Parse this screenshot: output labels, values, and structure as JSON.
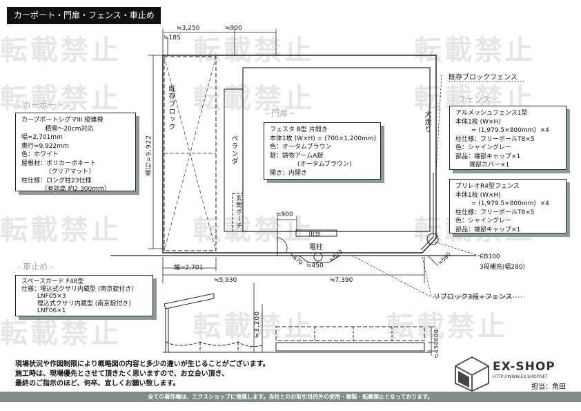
{
  "watermark": "転載禁止",
  "title": "カーポート・門扉・フェンス・車止め",
  "sections": {
    "carport": "- カーポート -",
    "gate": "- 門扉 -",
    "fence": "- フェンス -",
    "stopper": "- 車止め -"
  },
  "carport_box": [
    "カーブポートシグマIII 縦連棟",
    "            積雪～20cm対応",
    "幅=2,701mm",
    "奥行=9,922mm",
    "色：ホワイト",
    "屋根材：ポリカーボネート",
    "            （クリアマット）",
    "柱仕様：ロング柱23仕様",
    "          （有効高 約2,300mm）"
  ],
  "gate_box": [
    "フェスタ B型 片開き",
    "本体1枚 (W×H) = (700×1,200mm)",
    "色：オータムブラウン",
    "錠：鋳物アームA錠",
    "              (オータムブラウン)",
    "開き：内開き"
  ],
  "fence_box1": [
    "アルメッシュフェンス1型",
    "本体1枚 (W×H)",
    "        = (1,979.5×800mm)  ×4",
    "柱仕様：フリーポールT8×5",
    "色：シャイングレー",
    "部品：端部キャップ×1",
    "       端部カバー×1"
  ],
  "fence_box2": [
    "プリレオR4型フェンス",
    "本体1枚 (W×H)",
    "        = (1,979.5×800mm)  ×4",
    "柱仕様：フリーポールT8×5",
    "色：シャイングレー",
    "部品：端部キャップ×1"
  ],
  "stopper_box": [
    "スペースガード F48型",
    "仕様：埋込式クサリ内蔵型 (南京錠付き)",
    "        LNF05×3",
    "        埋込式クサリ内蔵型 (南京錠付き)",
    "        LNF06×1"
  ],
  "labels": {
    "existing_block_fence": "既存ブロックフェンス",
    "existing_block": "既存ブロック",
    "veranda": "ベランダ",
    "porch": "玄関ポーチ",
    "walkway": "犬走り",
    "bay_window": "出窓",
    "pole": "電柱",
    "cb100": "CB100",
    "cb100_sub": "3段補充(幅280)",
    "ribblock": "リブロック3段+フェンス"
  },
  "dims": {
    "d3250": "≒3,250",
    "d900top": "≒900",
    "d185": "≒185",
    "depth": "奥行=9,922",
    "d900": "≒900",
    "width": "幅=2,701",
    "d5930": "≒5,930",
    "d7390": "≒7,390",
    "d670a": "≒670",
    "d450": "≒450",
    "d670b": "≒670",
    "d580": "≒580",
    "d3200": "≒3,200",
    "d800": "800",
    "d450v": "≒450"
  },
  "notes": [
    "現場状況や作図制限により概略図の内容と多少の違いが生じることがございます。",
    "施工時は、現場優先とさせて頂きたく思いますので、お立会い頂き、",
    "最終のご指示のほど、何卒、宜しくお願い致します。"
  ],
  "logo": {
    "name": "EX-SHOP",
    "url": "HTTP://WWW.EX-SHOP.NET",
    "staff": "担当：角田"
  },
  "footer": "全ての著作権は、エクスショップに帰属します。当社とのお取引目的外の使用・複製・転載禁止となっております。"
}
